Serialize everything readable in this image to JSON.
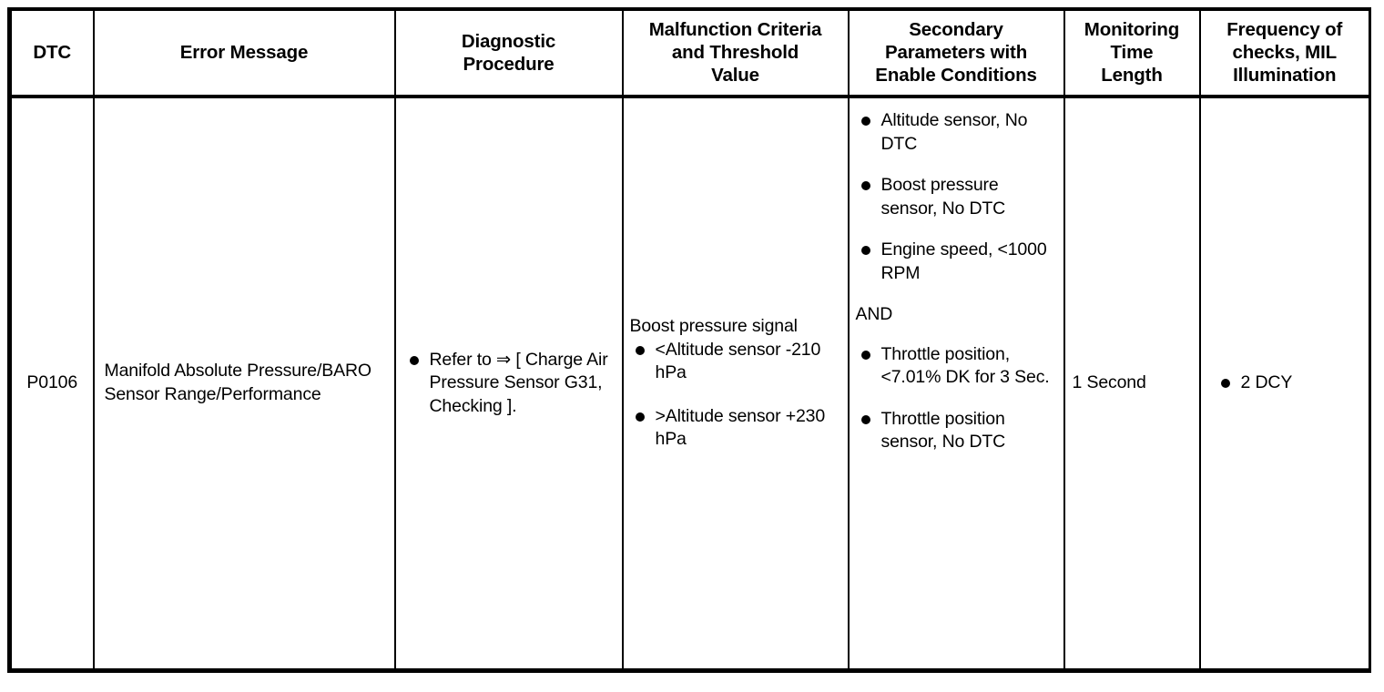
{
  "table": {
    "headers": [
      "DTC",
      "Error Message",
      "Diagnostic Procedure",
      "Malfunction Criteria and Threshold Value",
      "Secondary Parameters with Enable Conditions",
      "Monitoring Time Length",
      "Frequency of checks, MIL Illumination"
    ],
    "header_lines": {
      "dtc": [
        "DTC"
      ],
      "error_message": [
        "Error Message"
      ],
      "diagnostic_procedure": [
        "Diagnostic",
        "Procedure"
      ],
      "malfunction_criteria": [
        "Malfunction Criteria",
        "and Threshold",
        "Value"
      ],
      "secondary_parameters": [
        "Secondary",
        "Parameters with",
        "Enable Conditions"
      ],
      "monitoring_time": [
        "Monitoring",
        "Time",
        "Length"
      ],
      "frequency_checks": [
        "Frequency of",
        "checks, MIL",
        "Illumination"
      ]
    },
    "rows": [
      {
        "dtc": "P0106",
        "error_message": "Manifold Absolute Pressure/BARO Sensor Range/Performance",
        "diagnostic_procedure": {
          "bullets": [
            "Refer to ⇒ [ Charge Air Pressure Sensor G31, Checking ]."
          ]
        },
        "malfunction_criteria": {
          "intro": "Boost pressure signal",
          "bullets": [
            "<Altitude sensor -210 hPa",
            ">Altitude sensor +230 hPa"
          ]
        },
        "secondary_parameters": {
          "bullets_before": [
            "Altitude sensor, No DTC",
            "Boost pressure sensor, No DTC",
            "Engine speed, <1000 RPM"
          ],
          "conjunction": "AND",
          "bullets_after": [
            "Throttle position, <7.01% DK for 3 Sec.",
            "Throttle position sensor, No DTC"
          ]
        },
        "monitoring_time": "1 Second",
        "frequency_checks": {
          "bullets": [
            "2 DCY"
          ]
        }
      }
    ]
  },
  "colors": {
    "border": "#000000",
    "text": "#000000",
    "background": "#ffffff"
  }
}
